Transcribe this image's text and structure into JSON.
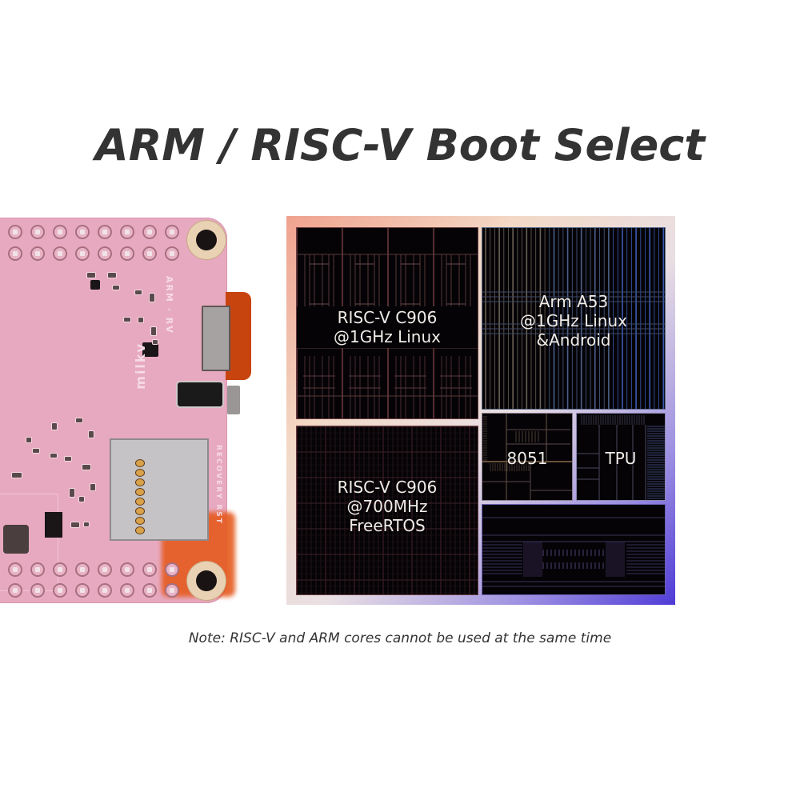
{
  "title": "ARM / RISC-V Boot Select",
  "note": "Note: RISC-V and ARM cores cannot be used at the same time",
  "board": {
    "silkscreen_switch": "ARM · RV",
    "silkscreen_brand": "milkv",
    "silkscreen_buttons": "RECOVERY  RST",
    "highlight_color": "#e55a1e",
    "pcb_color": "#e7a9c0"
  },
  "die": {
    "blocks": [
      {
        "id": "riscv-main",
        "lines": [
          "RISC-V C906",
          "@1GHz Linux"
        ]
      },
      {
        "id": "arm-a53",
        "lines": [
          "Arm A53",
          "@1GHz Linux",
          "&Android"
        ]
      },
      {
        "id": "riscv-small",
        "lines": [
          "RISC-V C906",
          "@700MHz",
          "FreeRTOS"
        ]
      },
      {
        "id": "mcu-8051",
        "lines": [
          "8051"
        ]
      },
      {
        "id": "tpu",
        "lines": [
          "TPU"
        ]
      },
      {
        "id": "io",
        "lines": []
      }
    ],
    "gradient_colors": [
      "#efa28e",
      "#f3d9c6",
      "#e9dfe3",
      "#9d90e2",
      "#4f3bd6"
    ]
  }
}
